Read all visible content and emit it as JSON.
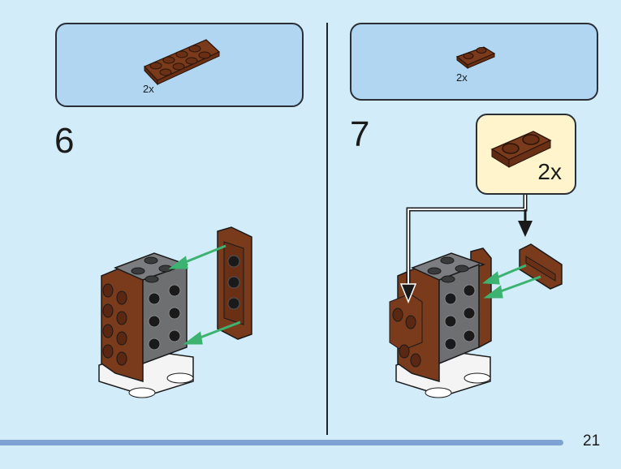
{
  "page": {
    "number": "21"
  },
  "steps": [
    {
      "number": "6",
      "parts_list": [
        {
          "part": "brown-2x4-plate",
          "quantity": "2x",
          "color": "#7a3a1c"
        }
      ]
    },
    {
      "number": "7",
      "parts_list": [
        {
          "part": "brown-1x2-plate",
          "quantity": "2x",
          "color": "#7a3a1c"
        }
      ],
      "callout": {
        "part": "brown-1x2-plate",
        "quantity": "2x"
      }
    }
  ],
  "colors": {
    "background": "#d3ecfa",
    "parts_box": "#b0d6f1",
    "callout_box": "#fff4cc",
    "brick_brown": "#7a3a1c",
    "brick_gray": "#6e6f71",
    "brick_white": "#f4f4f4",
    "arrow_green": "#3cb371",
    "footer_bar": "#7ea3d3"
  }
}
